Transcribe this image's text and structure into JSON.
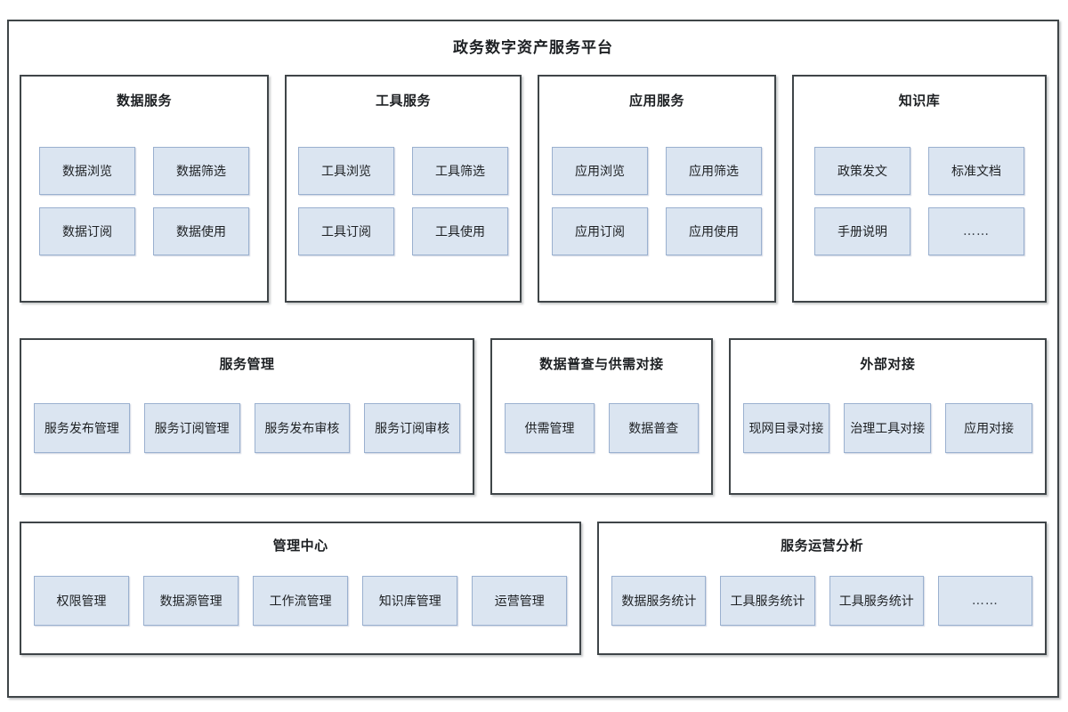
{
  "platform": {
    "title": "政务数字资产服务平台"
  },
  "rows": [
    {
      "name": "service-layer",
      "groups": [
        {
          "key": "data-service",
          "title": "数据服务",
          "layout": "grid-2x2",
          "tiles": [
            "数据浏览",
            "数据筛选",
            "数据订阅",
            "数据使用"
          ]
        },
        {
          "key": "tool-service",
          "title": "工具服务",
          "layout": "grid-2x2",
          "tiles": [
            "工具浏览",
            "工具筛选",
            "工具订阅",
            "工具使用"
          ]
        },
        {
          "key": "app-service",
          "title": "应用服务",
          "layout": "grid-2x2",
          "tiles": [
            "应用浏览",
            "应用筛选",
            "应用订阅",
            "应用使用"
          ]
        },
        {
          "key": "knowledge-base",
          "title": "知识库",
          "layout": "grid-2x2",
          "tiles": [
            "政策发文",
            "标准文档",
            "手册说明",
            "……"
          ]
        }
      ]
    },
    {
      "name": "management-layer",
      "groups": [
        {
          "key": "service-management",
          "title": "服务管理",
          "layout": "strip",
          "tiles": [
            "服务发布管理",
            "服务订阅管理",
            "服务发布审核",
            "服务订阅审核"
          ]
        },
        {
          "key": "data-census",
          "title": "数据普查与供需对接",
          "layout": "strip",
          "tiles": [
            "供需管理",
            "数据普查"
          ]
        },
        {
          "key": "external-docking",
          "title": "外部对接",
          "layout": "strip",
          "tiles": [
            "现网目录对接",
            "治理工具对接",
            "应用对接"
          ]
        }
      ]
    },
    {
      "name": "operations-layer",
      "groups": [
        {
          "key": "admin-center",
          "title": "管理中心",
          "layout": "strip",
          "tiles": [
            "权限管理",
            "数据源管理",
            "工作流管理",
            "知识库管理",
            "运营管理"
          ]
        },
        {
          "key": "service-analysis",
          "title": "服务运营分析",
          "layout": "strip",
          "tiles": [
            "数据服务统计",
            "工具服务统计",
            "工具服务统计",
            "……"
          ]
        }
      ]
    }
  ],
  "colors": {
    "frame_border": "#3f4548",
    "tile_fill": "#dbe5f1",
    "tile_border": "#9ab0cf",
    "text": "#1d2023",
    "background": "#ffffff"
  }
}
